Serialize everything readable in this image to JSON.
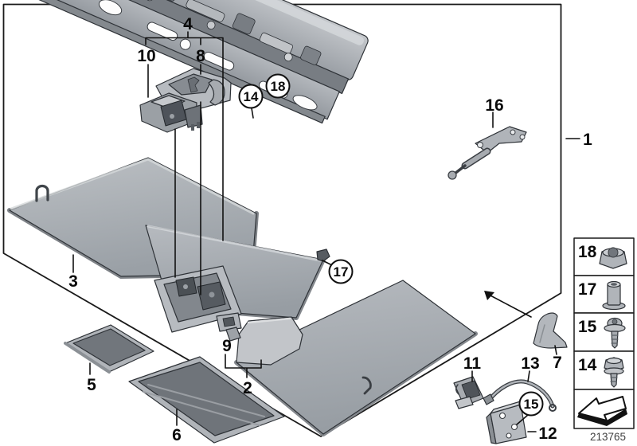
{
  "diagram": {
    "type": "parts-exploded-diagram",
    "doc_number": "213765",
    "callouts": {
      "1": "1",
      "2": "2",
      "3": "3",
      "4": "4",
      "5": "5",
      "6": "6",
      "7": "7",
      "8": "8",
      "9": "9",
      "10": "10",
      "11": "11",
      "12": "12",
      "13": "13",
      "14": "14",
      "15": "15",
      "16": "16",
      "17": "17",
      "18": "18"
    },
    "circled_callouts": [
      "14",
      "18",
      "17",
      "15"
    ],
    "legend": {
      "rows": [
        {
          "num": "18",
          "icon": "flanged-nut-icon"
        },
        {
          "num": "17",
          "icon": "spacer-sleeve-icon"
        },
        {
          "num": "15",
          "icon": "torx-screw-icon"
        },
        {
          "num": "14",
          "icon": "hex-bolt-icon"
        },
        {
          "num": "",
          "icon": "direction-arrow-icon"
        }
      ]
    },
    "colors": {
      "background": "#ffffff",
      "outline": "#2e3237",
      "part_fill": "#aeb2b7",
      "part_light": "#cdd0d3",
      "part_dark": "#7b8086",
      "label": "#0a0a0a",
      "doc_number": "#3f3f3f"
    }
  }
}
